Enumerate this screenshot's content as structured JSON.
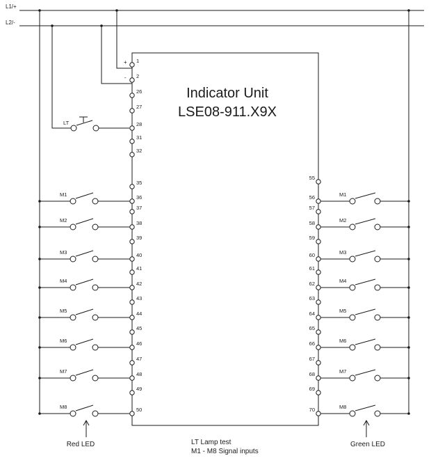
{
  "rails": {
    "l1": "L1/+",
    "l2": "L2/-",
    "plus": "+",
    "minus": "-"
  },
  "unit": {
    "title": "Indicator Unit",
    "model": "LSE08-911.X9X"
  },
  "left_terminals": [
    "1",
    "2",
    "26",
    "27",
    "28",
    "31",
    "32",
    "35",
    "36",
    "37",
    "38",
    "39",
    "40",
    "41",
    "42",
    "43",
    "44",
    "45",
    "46",
    "47",
    "48",
    "49",
    "50"
  ],
  "right_terminals": [
    "55",
    "56",
    "57",
    "58",
    "59",
    "60",
    "61",
    "62",
    "63",
    "64",
    "65",
    "66",
    "67",
    "68",
    "69",
    "70"
  ],
  "lamp_test_label": "LT",
  "left_signals": [
    "M1",
    "M2",
    "M3",
    "M4",
    "M5",
    "M6",
    "M7",
    "M8"
  ],
  "right_signals": [
    "M1",
    "M2",
    "M3",
    "M4",
    "M5",
    "M6",
    "M7",
    "M8"
  ],
  "footer": {
    "red_led": "Red LED",
    "green_led": "Green LED",
    "legend_line1": "LT Lamp test",
    "legend_line2": "M1 - M8 Signal inputs"
  }
}
